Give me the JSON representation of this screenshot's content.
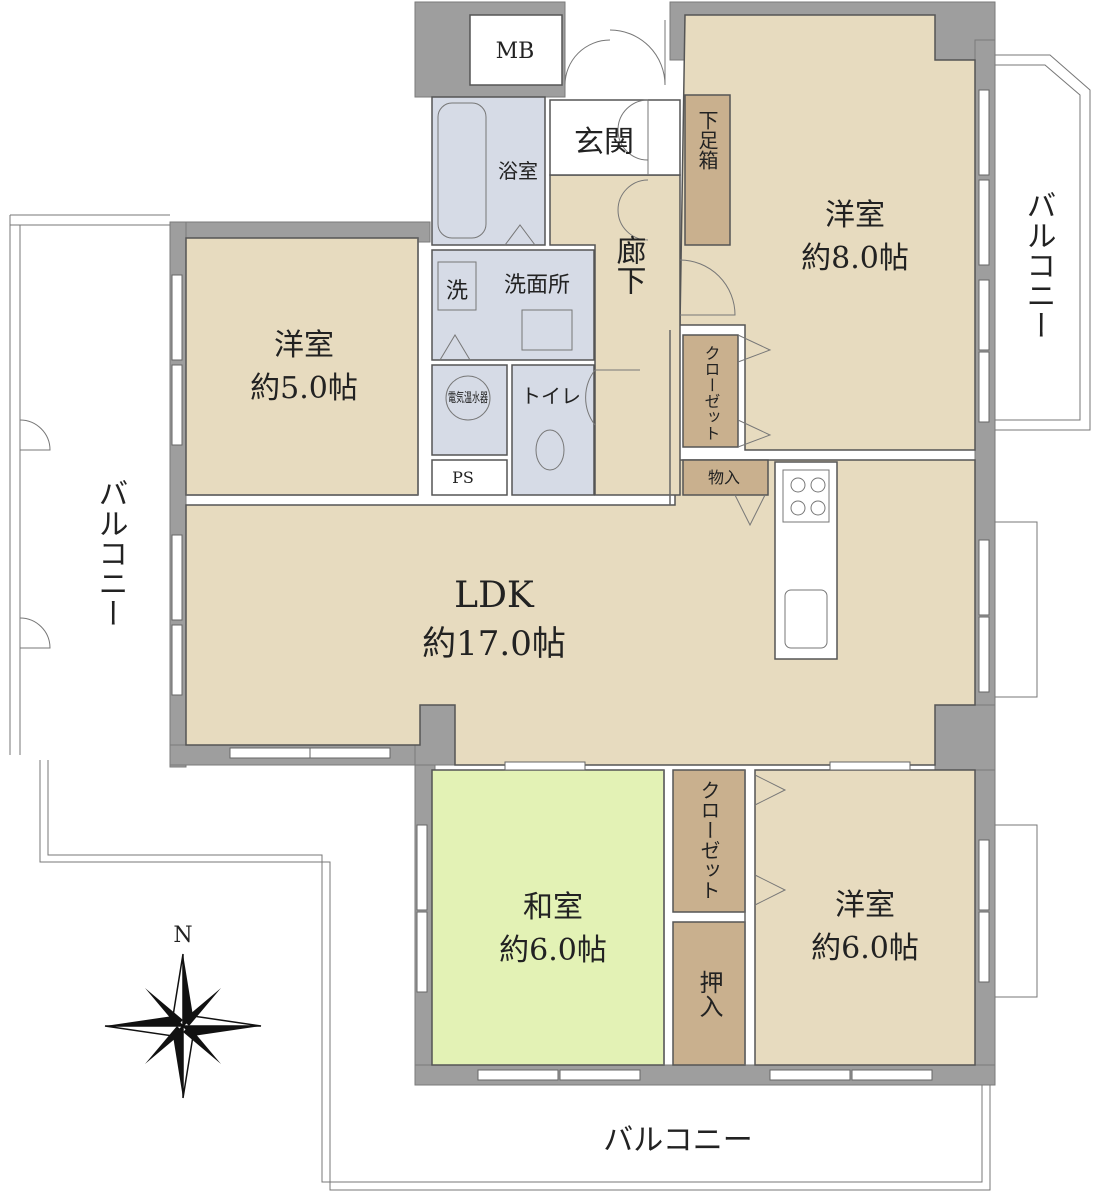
{
  "rooms": {
    "western_8": {
      "name": "洋室",
      "size": "約8.0帖"
    },
    "western_5": {
      "name": "洋室",
      "size": "約5.0帖"
    },
    "ldk": {
      "name": "LDK",
      "size": "約17.0帖"
    },
    "japanese_6": {
      "name": "和室",
      "size": "約6.0帖"
    },
    "western_6": {
      "name": "洋室",
      "size": "約6.0帖"
    }
  },
  "utility": {
    "mb": "MB",
    "entrance": "玄関",
    "shoe_box": "下足箱",
    "bath": "浴室",
    "washroom": "洗面所",
    "washer": "洗",
    "water_heater": "電気温水器",
    "toilet": "トイレ",
    "ps": "PS",
    "hallway": "廊下",
    "closet_upper": "クローゼット",
    "closet_lower": "クローゼット",
    "storage": "物入",
    "oshiire": "押入"
  },
  "balconies": {
    "east": "バルコニー",
    "west": "バルコニー",
    "south": "バルコニー"
  },
  "compass": {
    "north_label": "N"
  },
  "colors": {
    "room": "#e7dbbf",
    "japanese_room": "#e3f2b5",
    "storage": "#c9b08e",
    "wet_area": "#d6dbe6",
    "wall": "#9e9e9e"
  }
}
